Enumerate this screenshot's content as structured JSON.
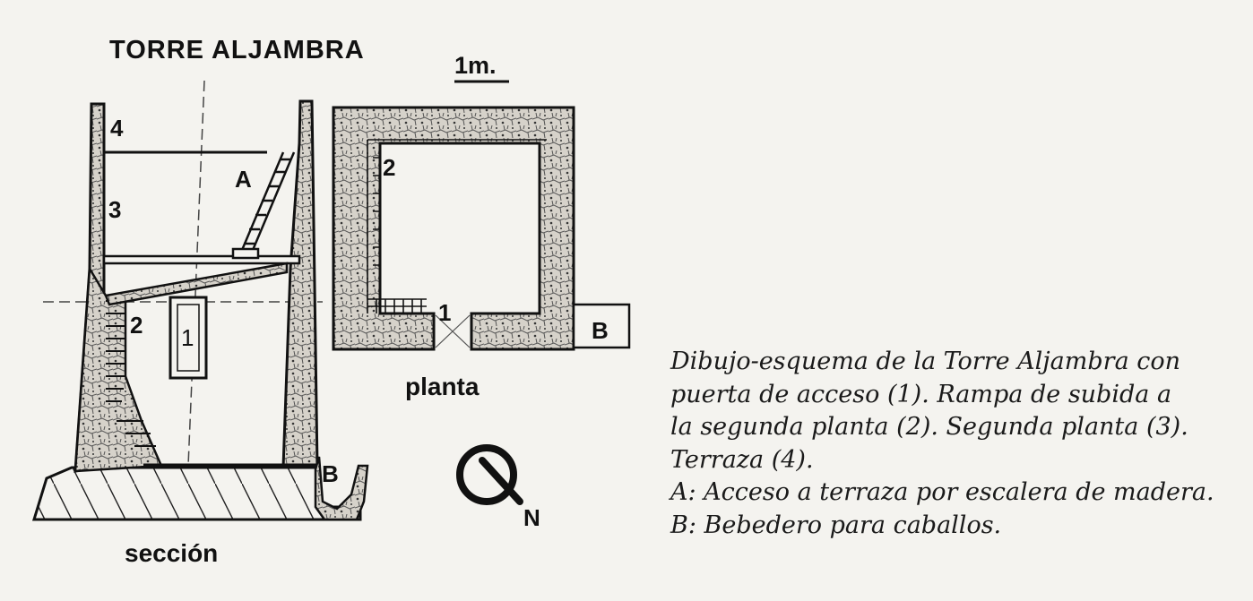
{
  "title": "TORRE ALJAMBRA",
  "scale_label": "1m.",
  "section": {
    "view_label": "sección",
    "markers": {
      "terrace": "4",
      "second_floor": "3",
      "ramp": "2",
      "door": "1",
      "ladder": "A",
      "trough": "B"
    }
  },
  "plan": {
    "view_label": "planta",
    "markers": {
      "ramp": "2",
      "door": "1",
      "trough": "B"
    }
  },
  "north_label": "N",
  "caption": {
    "line1": "Dibujo-esquema de la Torre Aljambra con",
    "line2": "puerta de acceso (1). Rampa de subida a",
    "line3": "la segunda planta (2). Segunda planta (3).",
    "line4": "Terraza (4).",
    "line5": "A: Acceso a terraza por escalera de madera.",
    "line6": "B: Bebedero para caballos."
  },
  "colors": {
    "ink": "#111111",
    "paper": "#f4f3ef",
    "stone": "#cfcbc3"
  }
}
